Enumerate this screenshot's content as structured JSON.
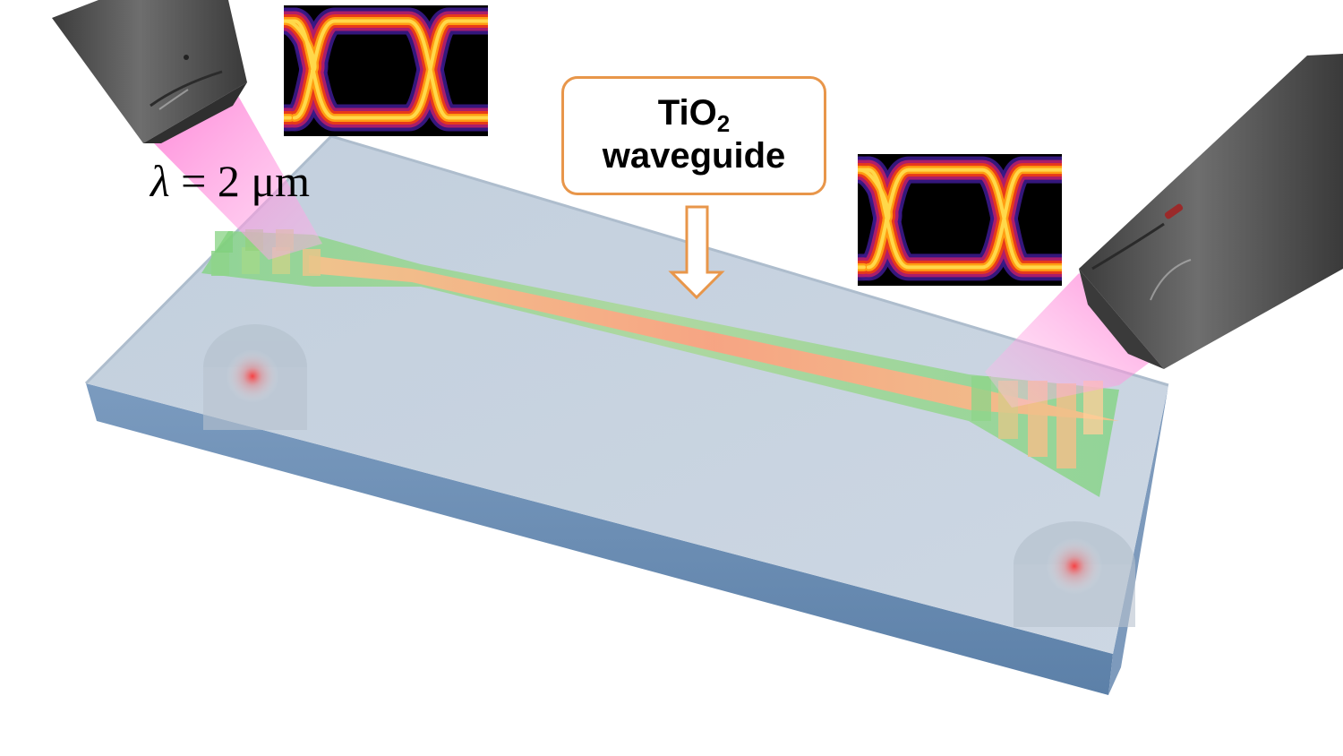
{
  "label": {
    "line1_main": "TiO",
    "line1_sub": "2",
    "line2": "waveguide"
  },
  "wavelength": {
    "symbol": "λ",
    "equals": " = ",
    "value": "2",
    "unit": " μm"
  },
  "colors": {
    "substrate_top": "#c8d2de",
    "substrate_side": "#5f83ab",
    "waveguide_green": "#7ed27a",
    "light_orange": "#ffb07a",
    "beam_pink": "#ff66cc",
    "objective_gray": "#4f4f4f",
    "label_border": "#e8964a"
  },
  "icons": {
    "objective_left": "microscope-objective-icon",
    "objective_right": "microscope-objective-icon",
    "arrow": "down-arrow-icon"
  }
}
